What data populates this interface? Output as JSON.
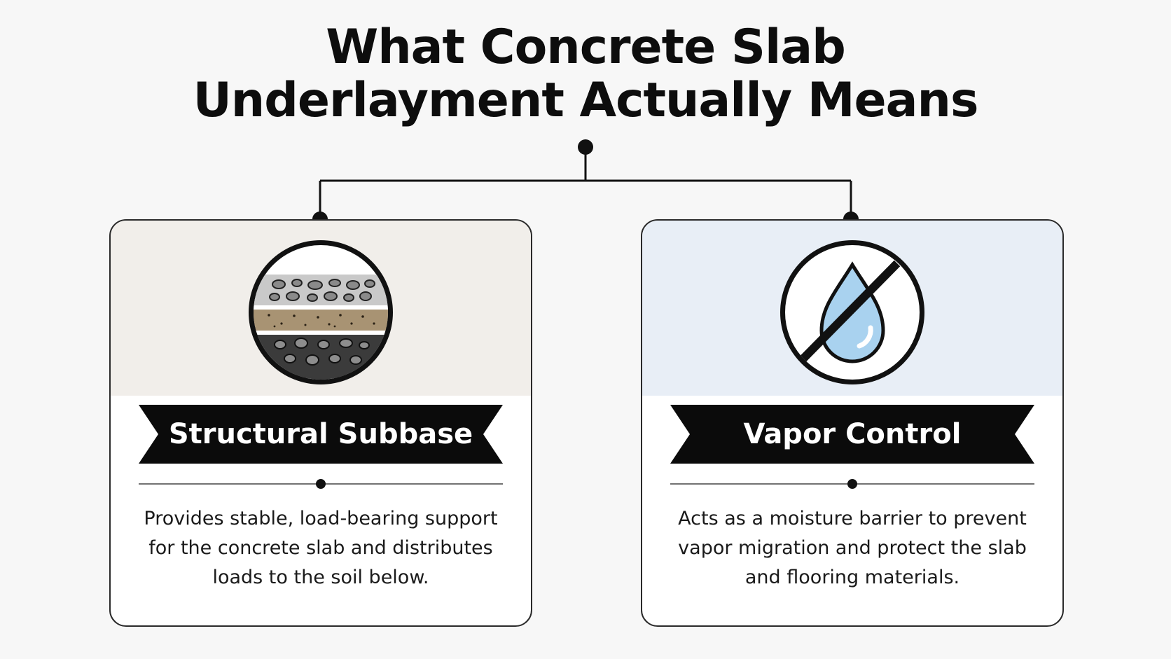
{
  "title": {
    "line1": "What Concrete Slab",
    "line2": "Underlayment Actually Means"
  },
  "cards": [
    {
      "heading": "Structural Subbase",
      "icon": "soil-layers-icon",
      "band_color": "#f1eeea",
      "description": [
        "Provides stable, load-bearing support",
        "for the concrete slab and distributes",
        "loads to the soil below."
      ]
    },
    {
      "heading": "Vapor Control",
      "icon": "no-moisture-icon",
      "band_color": "#e8eef6",
      "description": [
        "Acts as a moisture barrier to prevent",
        "vapor migration and protect the slab",
        "and flooring materials."
      ]
    }
  ],
  "colors": {
    "ink": "#111111",
    "banner": "#0b0b0b",
    "water": "#a9d2ef"
  }
}
